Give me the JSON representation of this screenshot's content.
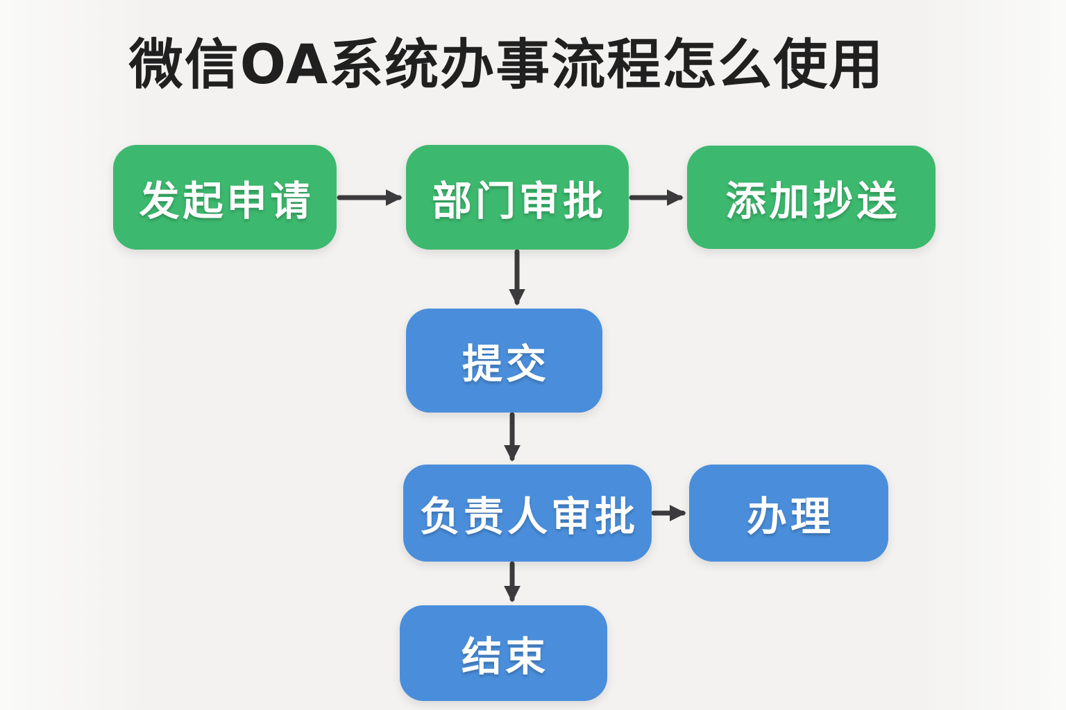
{
  "title": "微信OA系统办事流程怎么使用",
  "flowchart": {
    "type": "flowchart",
    "nodes": [
      {
        "id": "initiate",
        "label": "发起申请",
        "color_role": "green"
      },
      {
        "id": "dept-approval",
        "label": "部门审批",
        "color_role": "green"
      },
      {
        "id": "add-cc",
        "label": "添加抄送",
        "color_role": "green"
      },
      {
        "id": "submit",
        "label": "提交",
        "color_role": "blue"
      },
      {
        "id": "manager-approval",
        "label": "负责人审批",
        "color_role": "blue"
      },
      {
        "id": "handle",
        "label": "办理",
        "color_role": "blue"
      },
      {
        "id": "end",
        "label": "结束",
        "color_role": "blue"
      }
    ],
    "edges": [
      {
        "from": "发起申请",
        "to": "部门审批",
        "direction": "right"
      },
      {
        "from": "部门审批",
        "to": "添加抄送",
        "direction": "right"
      },
      {
        "from": "部门审批",
        "to": "提交",
        "direction": "down"
      },
      {
        "from": "提交",
        "to": "负责人审批",
        "direction": "down"
      },
      {
        "from": "负责人审批",
        "to": "办理",
        "direction": "right"
      },
      {
        "from": "负责人审批",
        "to": "结束",
        "direction": "down"
      }
    ],
    "colors": {
      "green": "#3cb96e",
      "blue": "#4a8edb",
      "arrow": "#3b3b3d",
      "title": "#202020",
      "nodetext": "#ffffff",
      "background": "#f3f2f0"
    }
  }
}
